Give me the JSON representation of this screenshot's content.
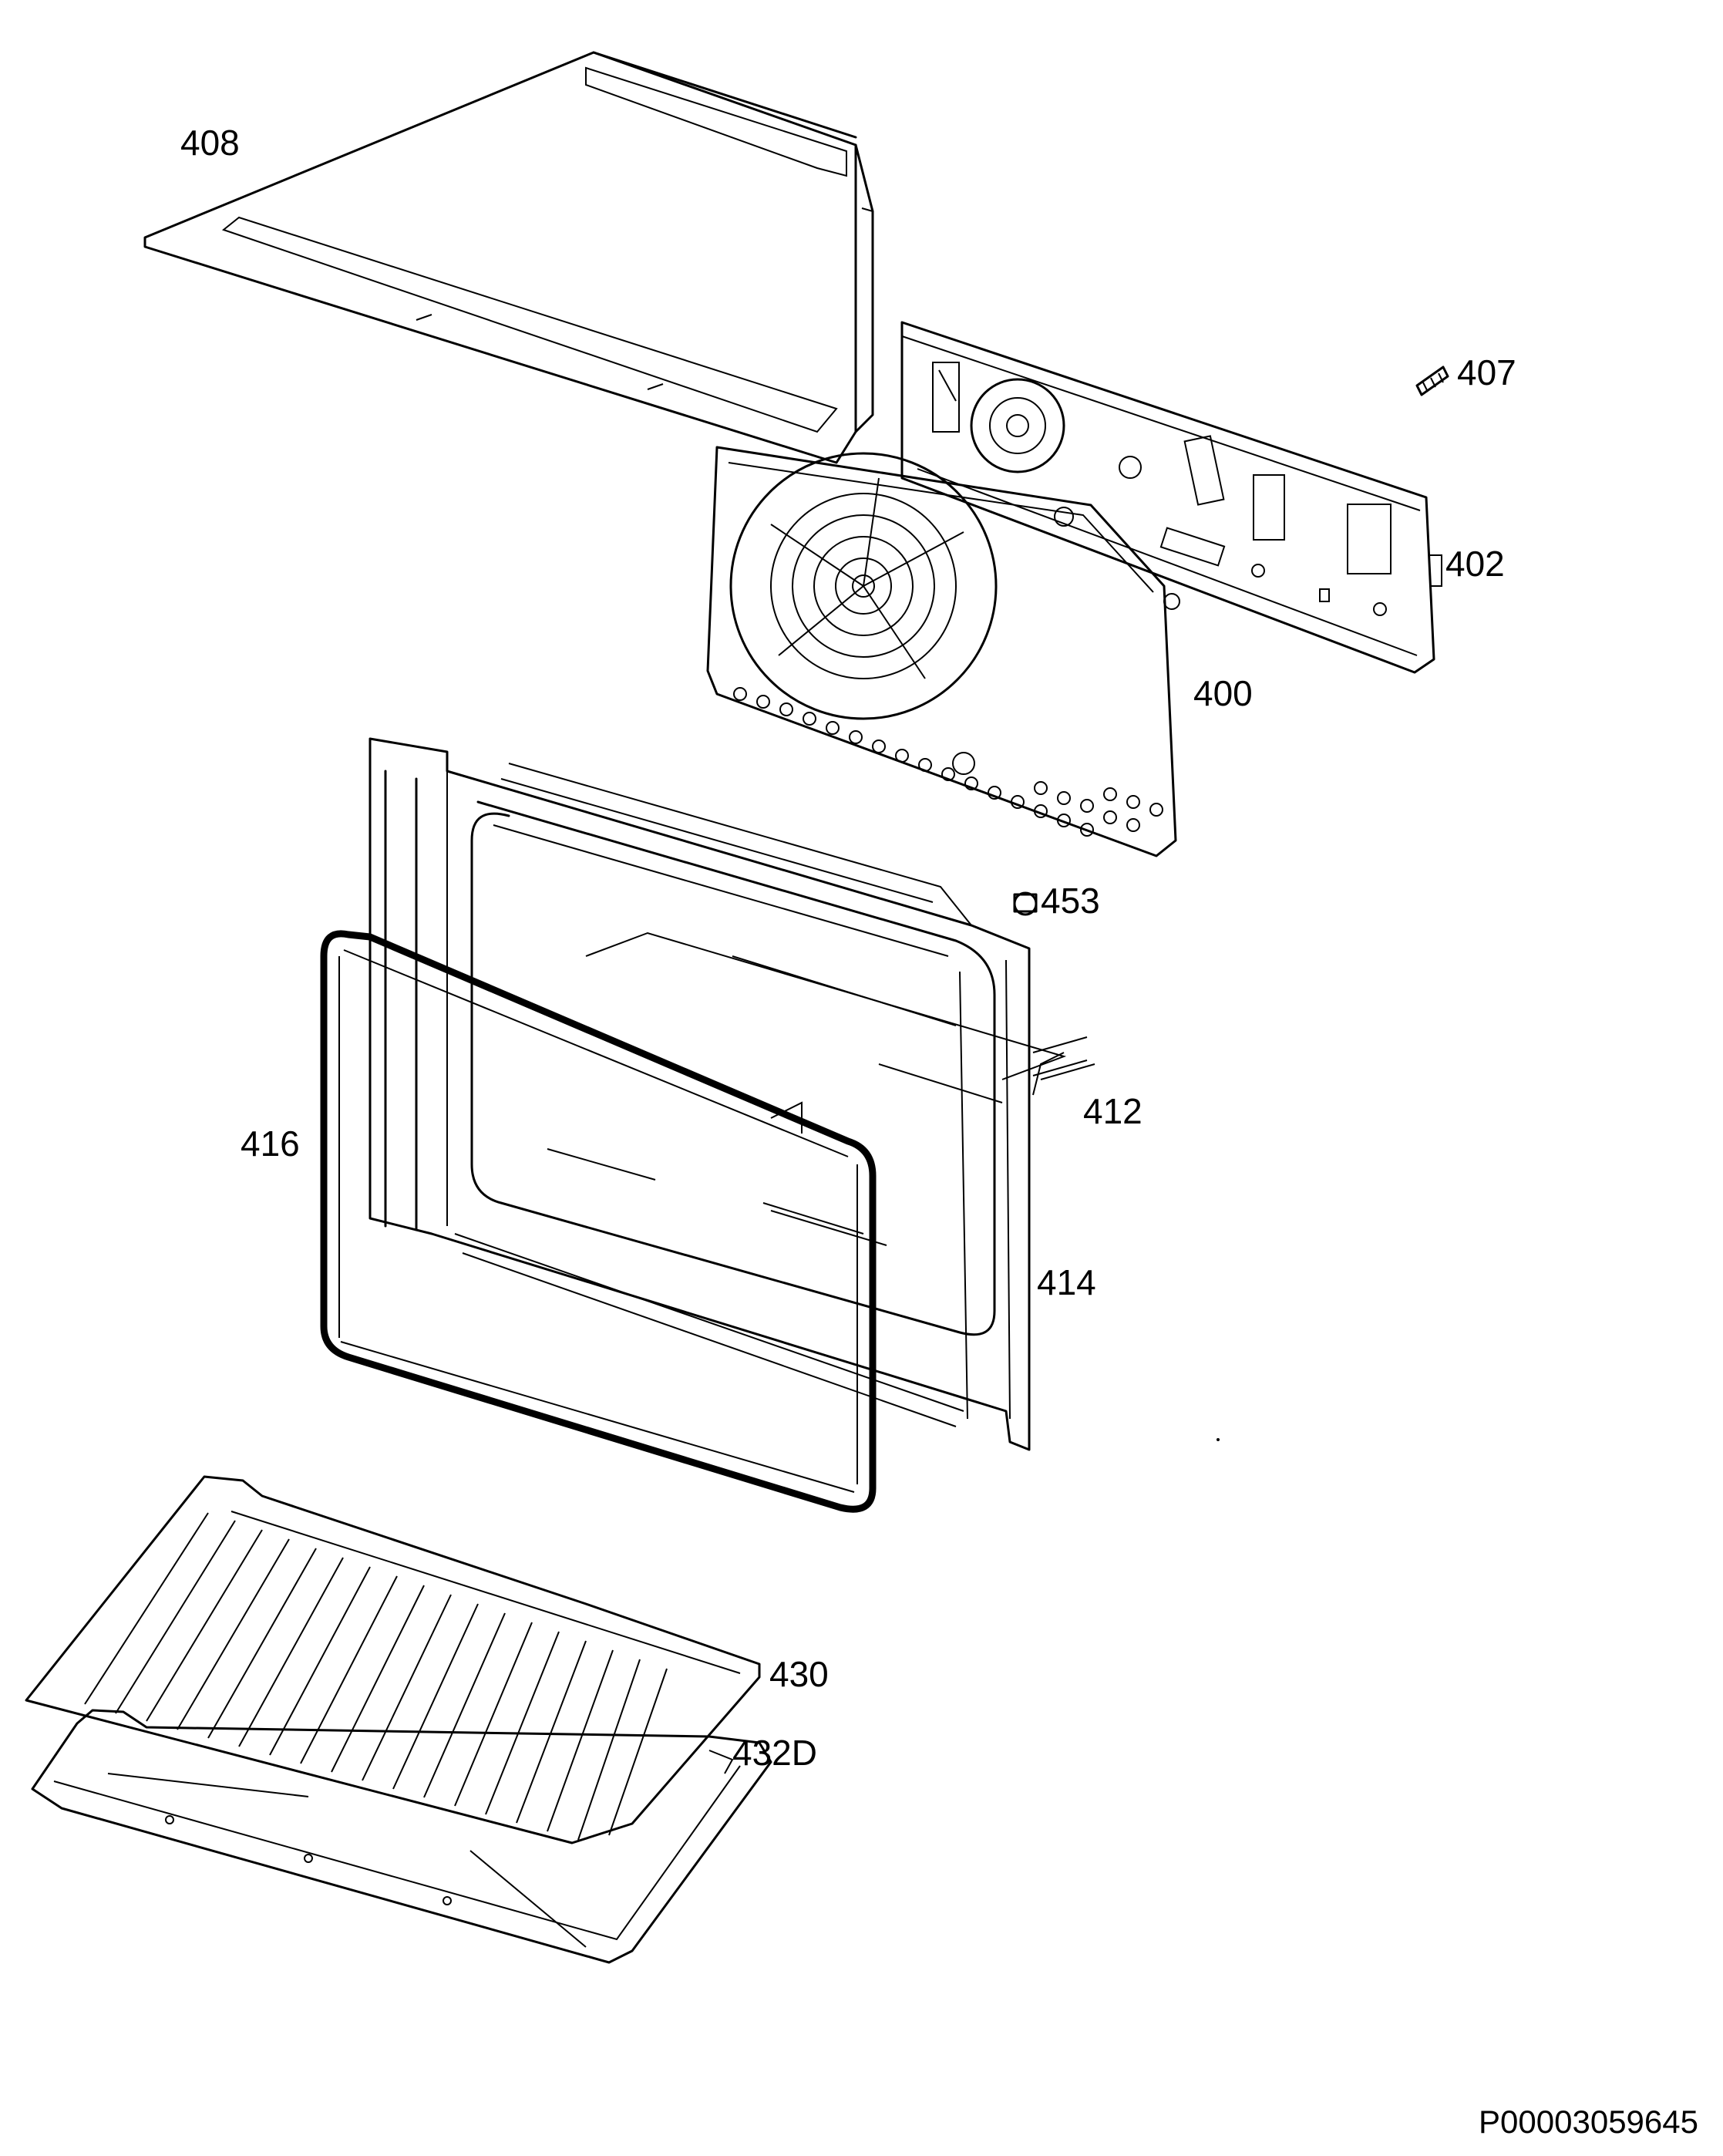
{
  "callouts": [
    {
      "id": "408",
      "text": "408"
    },
    {
      "id": "407",
      "text": "407"
    },
    {
      "id": "402",
      "text": "402"
    },
    {
      "id": "400",
      "text": "400"
    },
    {
      "id": "453",
      "text": "453"
    },
    {
      "id": "412",
      "text": "412"
    },
    {
      "id": "416",
      "text": "416"
    },
    {
      "id": "414",
      "text": "414"
    },
    {
      "id": "430",
      "text": "430"
    },
    {
      "id": "432D",
      "text": "432D"
    }
  ],
  "document_id": "P00003059645"
}
